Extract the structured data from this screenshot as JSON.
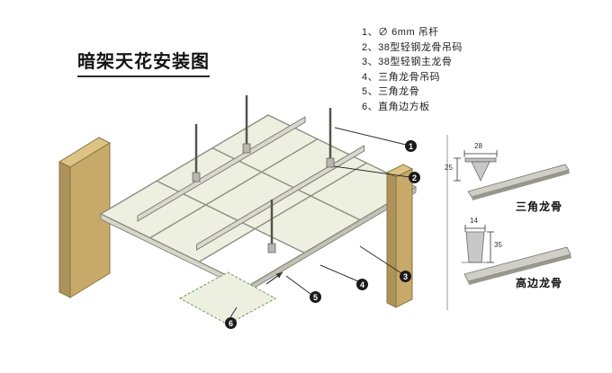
{
  "page": {
    "title": "暗架天花安装图"
  },
  "legend": {
    "items": [
      "1、∅ 6mm 吊杆",
      "2、38型轻钢龙骨吊码",
      "3、38型轻钢主龙骨",
      "4、三角龙骨吊码",
      "5、三角龙骨",
      "6、直角边方板"
    ]
  },
  "callouts": [
    "1",
    "2",
    "3",
    "4",
    "5",
    "6"
  ],
  "profiles": {
    "triangle": {
      "label": "三角龙骨",
      "width_dim": "28",
      "height_dim": "25"
    },
    "high_edge": {
      "label": "高边龙骨",
      "width_dim": "14",
      "height_dim": "35"
    }
  },
  "colors": {
    "wall": "#c7a96a",
    "wall_top": "#dcc384",
    "wall_side": "#ad935a",
    "panel": "#edf0e1",
    "panel_edge": "#6f9a4f",
    "metal": "#cfcfc7",
    "callout_bg": "#1b1b1b"
  }
}
